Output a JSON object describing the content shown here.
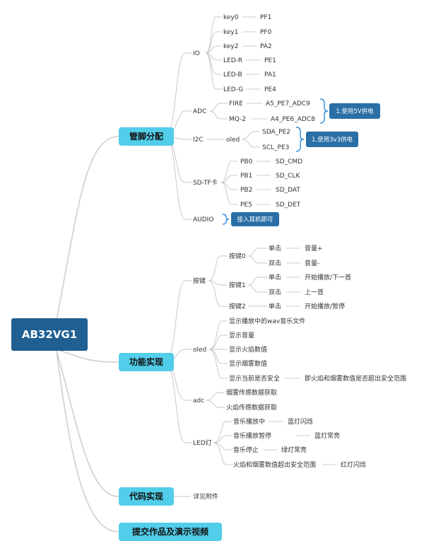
{
  "root": "AB32VG1",
  "colors": {
    "root_fill": "#1f5f92",
    "main_fill": "#52cdea",
    "callout_fill": "#2a6fa6",
    "line": "#c9c9c9",
    "bracket": "#2f8ddd"
  },
  "branches": {
    "pins": {
      "label": "管脚分配",
      "io": {
        "label": "IO",
        "items": [
          {
            "name": "key0",
            "pin": "PF1"
          },
          {
            "name": "key1",
            "pin": "PF0"
          },
          {
            "name": "key2",
            "pin": "PA2"
          },
          {
            "name": "LED-R",
            "pin": "PE1"
          },
          {
            "name": "LED-B",
            "pin": "PA1"
          },
          {
            "name": "LED-G",
            "pin": "PE4"
          }
        ]
      },
      "adc": {
        "label": "ADC",
        "items": [
          {
            "name": "FIRE",
            "pin": "A5_PE7_ADC9"
          },
          {
            "name": "MQ-2",
            "pin": "A4_PE6_ADC8"
          }
        ],
        "note": "1.使用5V供电"
      },
      "i2c": {
        "label": "I2C",
        "device": "oled",
        "items": [
          "SDA_PE2",
          "SCL_PE3"
        ],
        "note": "1.使用3v3供电"
      },
      "sdtf": {
        "label": "SD-TF卡",
        "items": [
          {
            "name": "PB0",
            "pin": "SD_CMD"
          },
          {
            "name": "PB1",
            "pin": "SD_CLK"
          },
          {
            "name": "PB2",
            "pin": "SD_DAT"
          },
          {
            "name": "PE5",
            "pin": "SD_DET"
          }
        ]
      },
      "audio": {
        "label": "AUDIO",
        "note": "接入耳机即可"
      }
    },
    "features": {
      "label": "功能实现",
      "keys": {
        "label": "按键",
        "items": [
          {
            "name": "按键0",
            "actions": [
              {
                "action": "单击",
                "result": "音量+"
              },
              {
                "action": "双击",
                "result": "音量-"
              }
            ]
          },
          {
            "name": "按键1",
            "actions": [
              {
                "action": "单击",
                "result": "开始播放/下一首"
              },
              {
                "action": "双击",
                "result": "上一首"
              }
            ]
          },
          {
            "name": "按键2",
            "actions": [
              {
                "action": "单击",
                "result": "开始播放/暂停"
              }
            ]
          }
        ]
      },
      "oled": {
        "label": "oled",
        "items": [
          "显示播放中的wav音乐文件",
          "显示音量",
          "显示火焰数值",
          "显示烟雾数值",
          "显示当前是否安全"
        ],
        "safety_detail": "即火焰和烟雾数值是否超出安全范围"
      },
      "adc": {
        "label": "adc",
        "items": [
          "烟雾传感数据获取",
          "火焰传感数据获取"
        ]
      },
      "led": {
        "label": "LED灯",
        "items": [
          {
            "state": "音乐播放中",
            "light": "蓝灯闪烁"
          },
          {
            "state": "音乐播放暂停",
            "light": "蓝灯常亮"
          },
          {
            "state": "音乐停止",
            "light": "绿灯常亮"
          },
          {
            "state": "火焰和烟雾数值超出安全范围",
            "light": "红灯闪烁"
          }
        ]
      }
    },
    "code": {
      "label": "代码实现",
      "detail": "详见附件"
    },
    "submit": {
      "label": "提交作品及演示视频"
    }
  }
}
